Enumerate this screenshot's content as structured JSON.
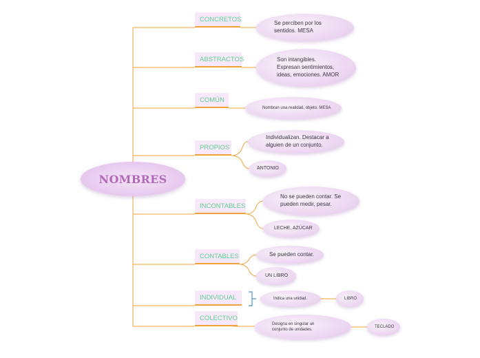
{
  "root": {
    "label": "NOMBRES"
  },
  "categories": [
    {
      "label": "CONCRETOS",
      "notes": [
        "Se perciben por los sentidos. MESA"
      ]
    },
    {
      "label": "ABSTRACTOS",
      "notes": [
        "Son intangibles. Expresan sentimientos, ideas, emociones. AMOR"
      ]
    },
    {
      "label": "COMÚN",
      "notes": [
        "Nombran una realidad, objeto. MESA"
      ]
    },
    {
      "label": "PROPIOS",
      "notes": [
        "Individualizan. Destacar a alguien de un conjunto.",
        "ANTONIO"
      ]
    },
    {
      "label": "INCONTABLES",
      "notes": [
        "No se pueden contar. Se pueden medir, pesar.",
        "LECHE, AZÚCAR"
      ]
    },
    {
      "label": "CONTABLES",
      "notes": [
        "Se pueden contar.",
        "UN LIBRO"
      ]
    },
    {
      "label": "INDIVIDUAL",
      "notes": [
        "Indica una unidad.",
        "LIBRO"
      ]
    },
    {
      "label": "COLECTIVO",
      "notes": [
        "Designa en singular un conjunto de unidades.",
        "TECLADO"
      ]
    }
  ],
  "colors": {
    "root_text": "#b06ab8",
    "category_text": "#5fcf91",
    "connector": "#f1a23a",
    "bracket": "#4f8fd8",
    "bubble": "#ecd6f1"
  }
}
